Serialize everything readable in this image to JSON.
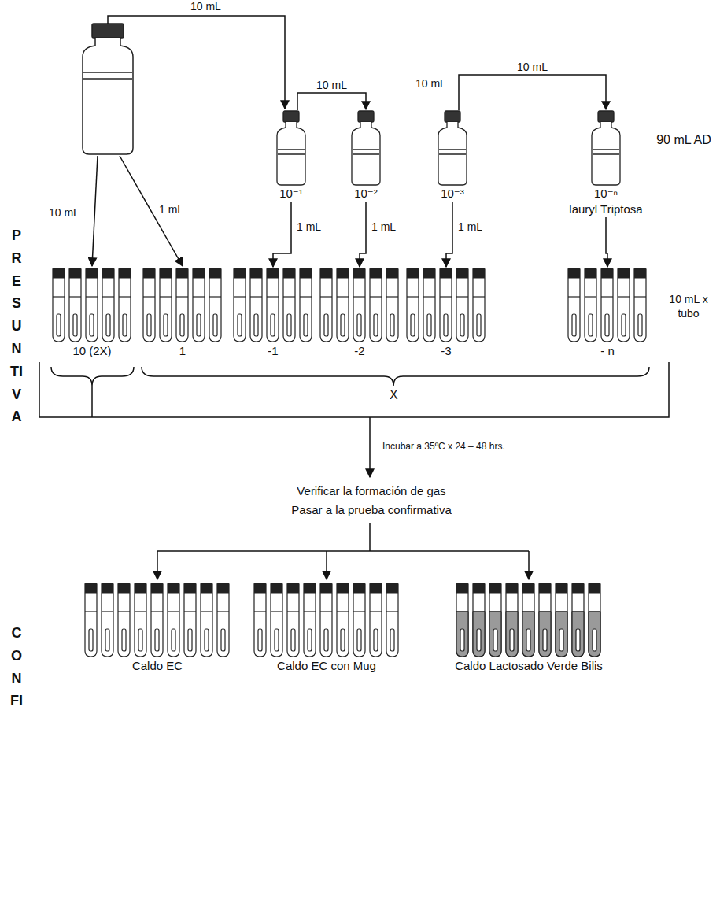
{
  "diagram": {
    "nodes": [
      {
        "text": [
          "10⁻¹"
        ]
      },
      {
        "text": [
          "10⁻²"
        ]
      },
      {
        "text": [
          "10⁻³"
        ]
      },
      {
        "text": [
          "10⁻ⁿ",
          "lauryl Triptosa"
        ]
      },
      {
        "text": [
          "10 (2X)"
        ]
      },
      {
        "text": [
          "1"
        ]
      },
      {
        "text": [
          "-1"
        ]
      },
      {
        "text": [
          "-2"
        ]
      },
      {
        "text": [
          "-3"
        ]
      },
      {
        "text": [
          "- n"
        ]
      },
      {
        "text": [
          "Caldo EC"
        ]
      },
      {
        "text": [
          "Caldo EC con Mug"
        ]
      },
      {
        "text": [
          "Caldo Lactosado Verde Bilis"
        ]
      }
    ],
    "edges": [
      {
        "from": 0,
        "to": 1,
        "arrow": "to",
        "label": "10 mL"
      },
      {
        "from": 2,
        "to": 3,
        "arrow": "to",
        "label": "10 mL"
      },
      {
        "from": 0,
        "to": 6,
        "arrow": "to",
        "label": "1 mL"
      },
      {
        "from": 1,
        "to": 7,
        "arrow": "to",
        "label": "1 mL"
      },
      {
        "from": 2,
        "to": 8,
        "arrow": "to",
        "label": "1 mL"
      },
      {
        "from": 3,
        "to": 9,
        "arrow": "to"
      }
    ],
    "labels": [
      "10 mL",
      "10 mL",
      "1 mL",
      "10 mL",
      "90 mL AD",
      "10 mL x tubo",
      "X",
      "PRESUNTIVA",
      "Incubar a 35ºC x 24 – 48 hrs.",
      "Verificar la formación de gas",
      "Pasar a la prueba confirmativa",
      "CONFI"
    ]
  }
}
